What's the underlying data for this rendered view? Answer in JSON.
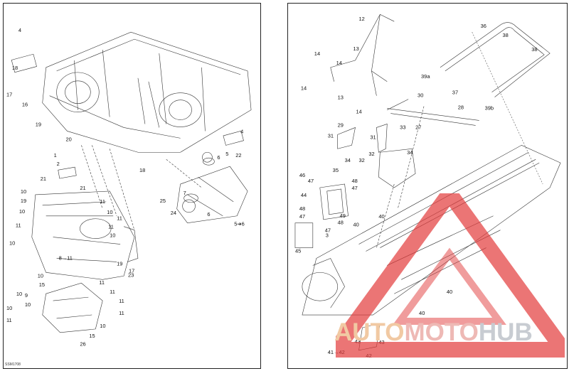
{
  "document": {
    "code": "SSM1708"
  },
  "left_panel": {
    "callouts": [
      {
        "id": "l-4a",
        "text": "4"
      },
      {
        "id": "l-18a",
        "text": "18"
      },
      {
        "id": "l-17",
        "text": "17"
      },
      {
        "id": "l-16",
        "text": "16"
      },
      {
        "id": "l-19a",
        "text": "19"
      },
      {
        "id": "l-20",
        "text": "20"
      },
      {
        "id": "l-4b",
        "text": "4"
      },
      {
        "id": "l-5",
        "text": "5"
      },
      {
        "id": "l-6",
        "text": "6"
      },
      {
        "id": "l-22",
        "text": "22"
      },
      {
        "id": "l-1",
        "text": "1"
      },
      {
        "id": "l-2",
        "text": "2"
      },
      {
        "id": "l-21a",
        "text": "21"
      },
      {
        "id": "l-21b",
        "text": "21"
      },
      {
        "id": "l-18b",
        "text": "18"
      },
      {
        "id": "l-10a",
        "text": "10"
      },
      {
        "id": "l-11a",
        "text": "11"
      },
      {
        "id": "l-10b",
        "text": "10"
      },
      {
        "id": "l-11b",
        "text": "11"
      },
      {
        "id": "l-10c",
        "text": "10"
      },
      {
        "id": "l-11c",
        "text": "11"
      },
      {
        "id": "l-10d",
        "text": "10"
      },
      {
        "id": "l-8-11",
        "text": "8→11"
      },
      {
        "id": "l-11d",
        "text": "11"
      },
      {
        "id": "l-17b",
        "text": "17"
      },
      {
        "id": "l-19b",
        "text": "19"
      },
      {
        "id": "l-11e",
        "text": "11"
      },
      {
        "id": "l-10e",
        "text": "10"
      },
      {
        "id": "l-15a",
        "text": "15"
      },
      {
        "id": "l-10f",
        "text": "10"
      },
      {
        "id": "l-9",
        "text": "9"
      },
      {
        "id": "l-10g",
        "text": "10"
      },
      {
        "id": "l-10h",
        "text": "10"
      },
      {
        "id": "l-11f",
        "text": "11"
      },
      {
        "id": "l-11g",
        "text": "11"
      },
      {
        "id": "l-11h",
        "text": "11"
      },
      {
        "id": "l-11i",
        "text": "11"
      },
      {
        "id": "l-10i",
        "text": "10"
      },
      {
        "id": "l-15b",
        "text": "15"
      },
      {
        "id": "l-26",
        "text": "26"
      },
      {
        "id": "l-25",
        "text": "25"
      },
      {
        "id": "l-24",
        "text": "24"
      },
      {
        "id": "l-7",
        "text": "7"
      },
      {
        "id": "l-6b",
        "text": "6"
      },
      {
        "id": "l-5-6",
        "text": "5➔6"
      },
      {
        "id": "l-23",
        "text": "23"
      },
      {
        "id": "l-19c",
        "text": "19"
      },
      {
        "id": "l-10j",
        "text": "10"
      },
      {
        "id": "l-11j",
        "text": "11"
      }
    ]
  },
  "right_panel": {
    "callouts": [
      {
        "id": "r-12",
        "text": "12"
      },
      {
        "id": "r-36",
        "text": "36"
      },
      {
        "id": "r-38a",
        "text": "38"
      },
      {
        "id": "r-38b",
        "text": "38"
      },
      {
        "id": "r-14a",
        "text": "14"
      },
      {
        "id": "r-13a",
        "text": "13"
      },
      {
        "id": "r-14b",
        "text": "14"
      },
      {
        "id": "r-39a",
        "text": "39a"
      },
      {
        "id": "r-13b",
        "text": "13"
      },
      {
        "id": "r-14c",
        "text": "14"
      },
      {
        "id": "r-14d",
        "text": "14"
      },
      {
        "id": "r-30",
        "text": "30"
      },
      {
        "id": "r-37",
        "text": "37"
      },
      {
        "id": "r-39b",
        "text": "39b"
      },
      {
        "id": "r-28",
        "text": "28"
      },
      {
        "id": "r-29",
        "text": "29"
      },
      {
        "id": "r-31a",
        "text": "31"
      },
      {
        "id": "r-27",
        "text": "27"
      },
      {
        "id": "r-33",
        "text": "33"
      },
      {
        "id": "r-31b",
        "text": "31"
      },
      {
        "id": "r-32a",
        "text": "32"
      },
      {
        "id": "r-34a",
        "text": "34"
      },
      {
        "id": "r-32b",
        "text": "32"
      },
      {
        "id": "r-34b",
        "text": "34"
      },
      {
        "id": "r-35",
        "text": "35"
      },
      {
        "id": "r-46",
        "text": "46"
      },
      {
        "id": "r-47a",
        "text": "47"
      },
      {
        "id": "r-48a",
        "text": "48"
      },
      {
        "id": "r-47b",
        "text": "47"
      },
      {
        "id": "r-44",
        "text": "44"
      },
      {
        "id": "r-49",
        "text": "49"
      },
      {
        "id": "r-48b",
        "text": "48"
      },
      {
        "id": "r-47c",
        "text": "47"
      },
      {
        "id": "r-48c",
        "text": "48"
      },
      {
        "id": "r-47d",
        "text": "47"
      },
      {
        "id": "r-40a",
        "text": "40"
      },
      {
        "id": "r-40b",
        "text": "40"
      },
      {
        "id": "r-40c",
        "text": "40"
      },
      {
        "id": "r-40d",
        "text": "40"
      },
      {
        "id": "r-3",
        "text": "3"
      },
      {
        "id": "r-45",
        "text": "45"
      },
      {
        "id": "r-43a",
        "text": "43"
      },
      {
        "id": "r-43b",
        "text": "43"
      },
      {
        "id": "r-41-42",
        "text": "41→42"
      },
      {
        "id": "r-42",
        "text": "42"
      }
    ]
  },
  "watermark": {
    "part1": "AUTO",
    "part2": "MOTO",
    "part3": "HUB",
    "colors": {
      "auto": "#f1c9a3",
      "moto": "#eeb9b5",
      "hub": "#c8ccd2",
      "triangle": "#e23a3a"
    }
  }
}
